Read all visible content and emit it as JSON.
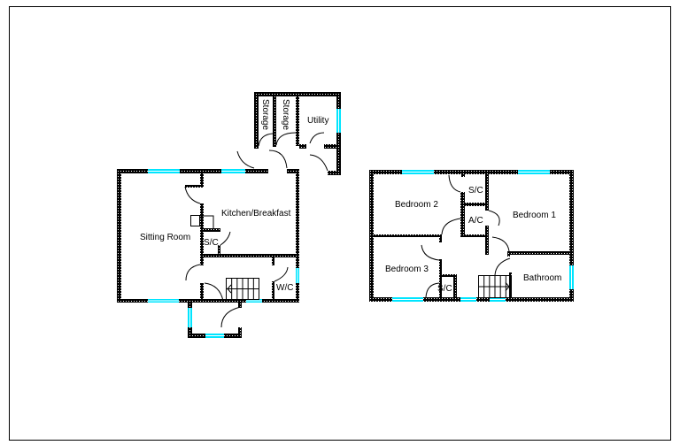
{
  "colors": {
    "wall": "#000000",
    "window": "#00e5ff",
    "background": "#ffffff"
  },
  "ground_floor": {
    "rooms": {
      "storage_1": "Storage",
      "storage_2": "Storage",
      "utility": "Utility",
      "kitchen": "Kitchen/Breakfast",
      "sitting": "Sitting Room",
      "store_cupboard": "S/C",
      "wc": "W/C"
    }
  },
  "first_floor": {
    "rooms": {
      "bedroom_1": "Bedroom 1",
      "bedroom_2": "Bedroom 2",
      "bedroom_3": "Bedroom 3",
      "bathroom": "Bathroom",
      "airing_cupboard": "A/C",
      "store_cupboard_1": "S/C",
      "store_cupboard_2": "S/C"
    }
  }
}
